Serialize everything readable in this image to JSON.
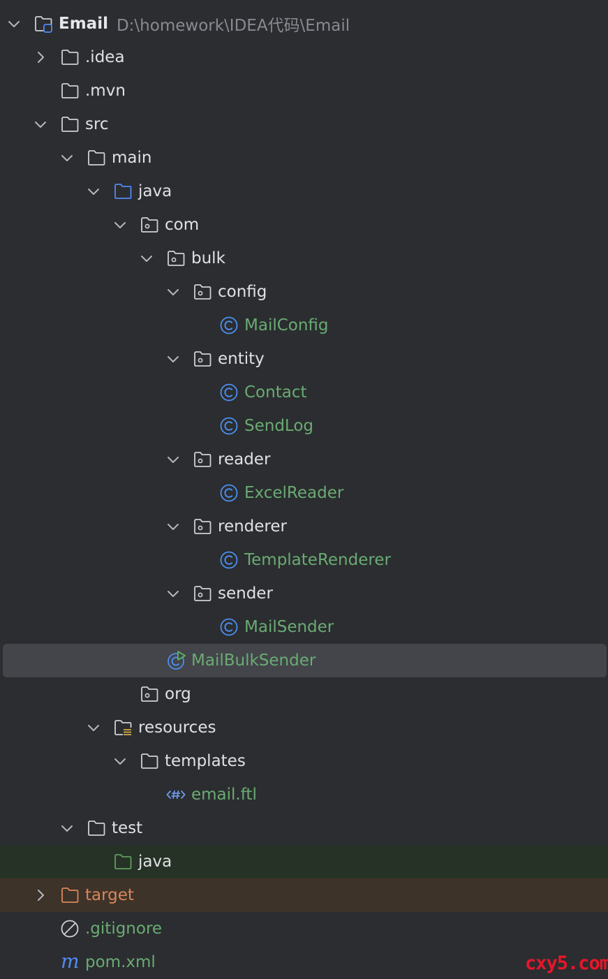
{
  "project": {
    "name": "Email",
    "path": "D:\\homework\\IDEA代码\\Email"
  },
  "tree": [
    {
      "depth": 0,
      "chevron": "down",
      "icon": "module-folder",
      "label": "Email",
      "style": "bold",
      "path": true
    },
    {
      "depth": 1,
      "chevron": "right",
      "icon": "folder",
      "label": ".idea"
    },
    {
      "depth": 1,
      "chevron": "none",
      "icon": "folder",
      "label": ".mvn"
    },
    {
      "depth": 1,
      "chevron": "down",
      "icon": "folder",
      "label": "src"
    },
    {
      "depth": 2,
      "chevron": "down",
      "icon": "folder",
      "label": "main"
    },
    {
      "depth": 3,
      "chevron": "down",
      "icon": "source-folder",
      "label": "java"
    },
    {
      "depth": 4,
      "chevron": "down",
      "icon": "package",
      "label": "com"
    },
    {
      "depth": 5,
      "chevron": "down",
      "icon": "package",
      "label": "bulk"
    },
    {
      "depth": 6,
      "chevron": "down",
      "icon": "package",
      "label": "config"
    },
    {
      "depth": 7,
      "chevron": "none",
      "icon": "class",
      "label": "MailConfig",
      "style": "green"
    },
    {
      "depth": 6,
      "chevron": "down",
      "icon": "package",
      "label": "entity"
    },
    {
      "depth": 7,
      "chevron": "none",
      "icon": "class",
      "label": "Contact",
      "style": "green"
    },
    {
      "depth": 7,
      "chevron": "none",
      "icon": "class",
      "label": "SendLog",
      "style": "green"
    },
    {
      "depth": 6,
      "chevron": "down",
      "icon": "package",
      "label": "reader"
    },
    {
      "depth": 7,
      "chevron": "none",
      "icon": "class",
      "label": "ExcelReader",
      "style": "green"
    },
    {
      "depth": 6,
      "chevron": "down",
      "icon": "package",
      "label": "renderer"
    },
    {
      "depth": 7,
      "chevron": "none",
      "icon": "class",
      "label": "TemplateRenderer",
      "style": "green"
    },
    {
      "depth": 6,
      "chevron": "down",
      "icon": "package",
      "label": "sender"
    },
    {
      "depth": 7,
      "chevron": "none",
      "icon": "class",
      "label": "MailSender",
      "style": "green"
    },
    {
      "depth": 5,
      "chevron": "none",
      "icon": "runnable-class",
      "label": "MailBulkSender",
      "style": "green",
      "selected": true
    },
    {
      "depth": 4,
      "chevron": "none",
      "icon": "package",
      "label": "org"
    },
    {
      "depth": 3,
      "chevron": "down",
      "icon": "resources-folder",
      "label": "resources"
    },
    {
      "depth": 4,
      "chevron": "down",
      "icon": "folder",
      "label": "templates"
    },
    {
      "depth": 5,
      "chevron": "none",
      "icon": "ftl-file",
      "label": "email.ftl",
      "style": "green"
    },
    {
      "depth": 2,
      "chevron": "down",
      "icon": "folder",
      "label": "test"
    },
    {
      "depth": 3,
      "chevron": "none",
      "icon": "test-folder",
      "label": "java",
      "rowstyle": "test-bg"
    },
    {
      "depth": 1,
      "chevron": "right",
      "icon": "excluded-folder",
      "label": "target",
      "style": "orange",
      "rowstyle": "excluded-bg"
    },
    {
      "depth": 1,
      "chevron": "none",
      "icon": "ignored-file",
      "label": ".gitignore",
      "style": "green"
    },
    {
      "depth": 1,
      "chevron": "none",
      "icon": "maven-file",
      "label": "pom.xml",
      "style": "green"
    }
  ],
  "colors": {
    "background": "#2b2d30",
    "selection": "#43454a",
    "text": "#dfe1e5",
    "path": "#878a91",
    "modified_green": "#6aab73",
    "excluded_orange": "#d9865b",
    "source_blue": "#548af7",
    "class_blue": "#4c8ff0",
    "test_green": "#5f9e5f"
  },
  "watermark": "cxy5.com"
}
